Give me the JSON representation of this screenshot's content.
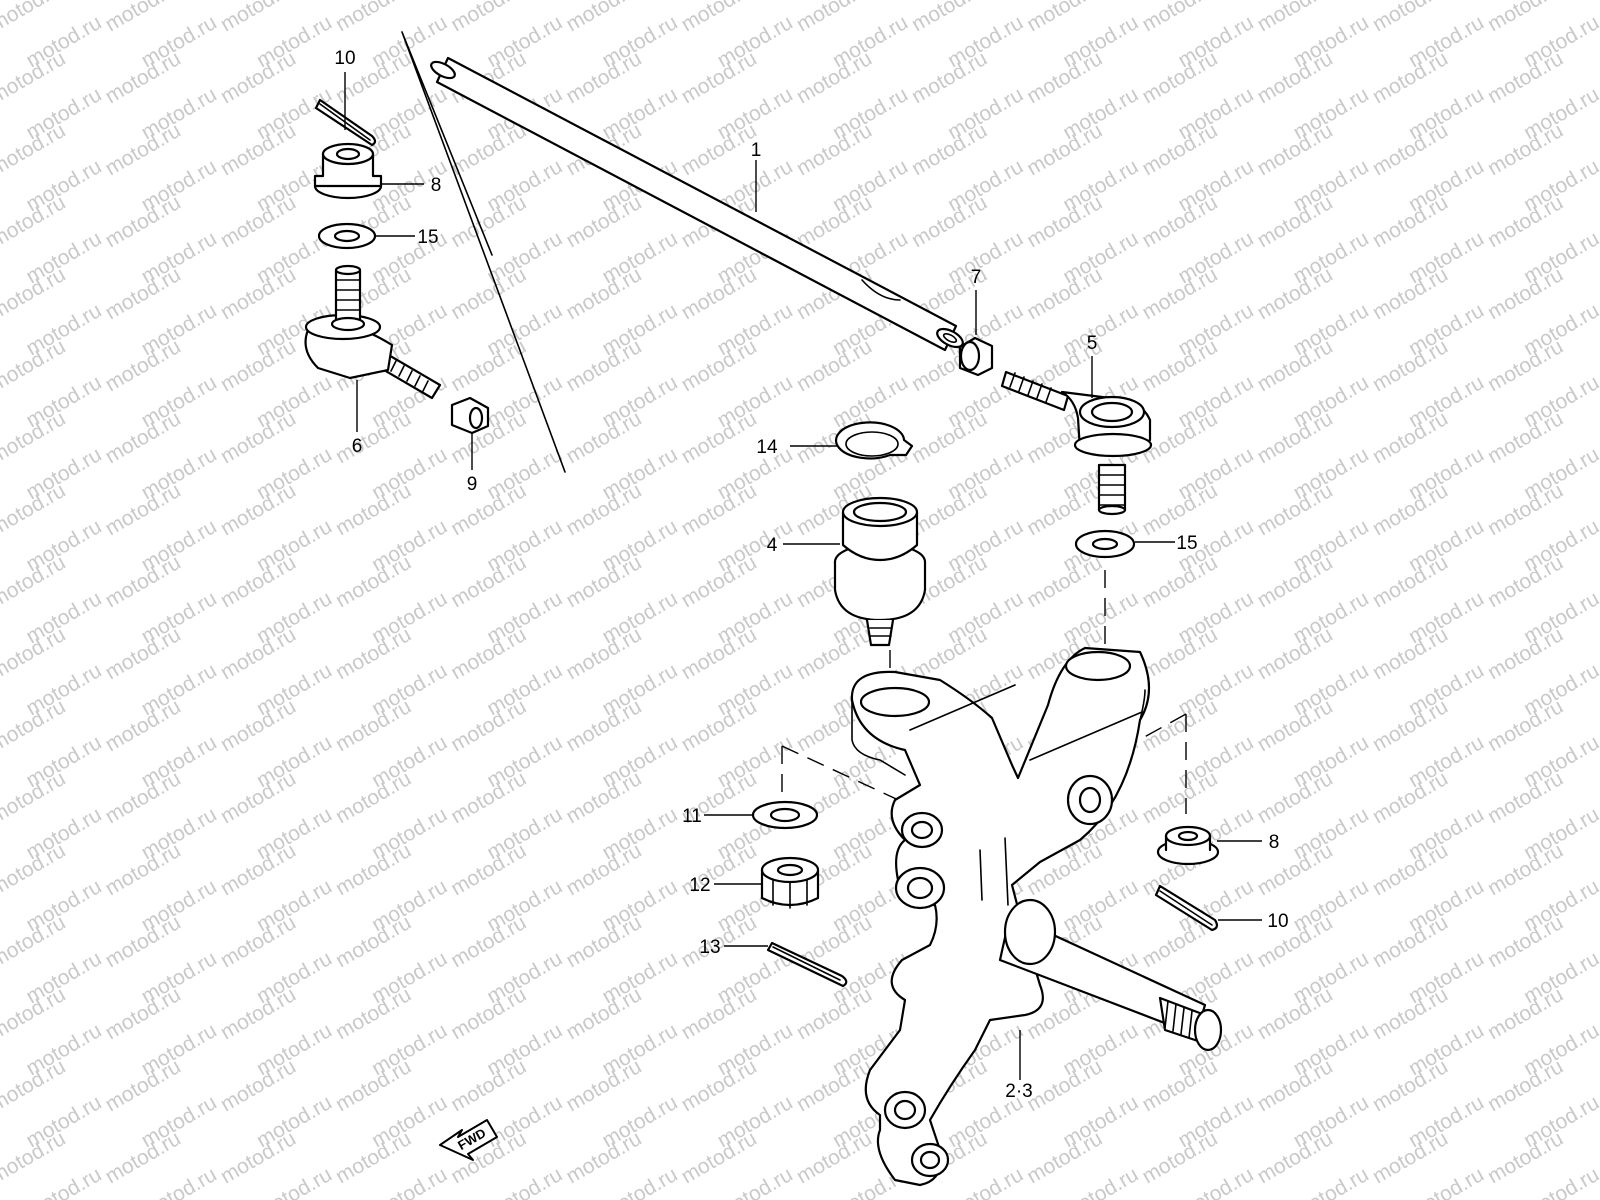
{
  "watermark": {
    "text": "motod.ru"
  },
  "callouts": {
    "c1": "1",
    "c23": "2·3",
    "c4": "4",
    "c5": "5",
    "c6": "6",
    "c7": "7",
    "c8a": "8",
    "c8b": "8",
    "c9": "9",
    "c10a": "10",
    "c10b": "10",
    "c11": "11",
    "c12": "12",
    "c13": "13",
    "c14": "14",
    "c15a": "15",
    "c15b": "15"
  },
  "fwd_label": "FWD"
}
